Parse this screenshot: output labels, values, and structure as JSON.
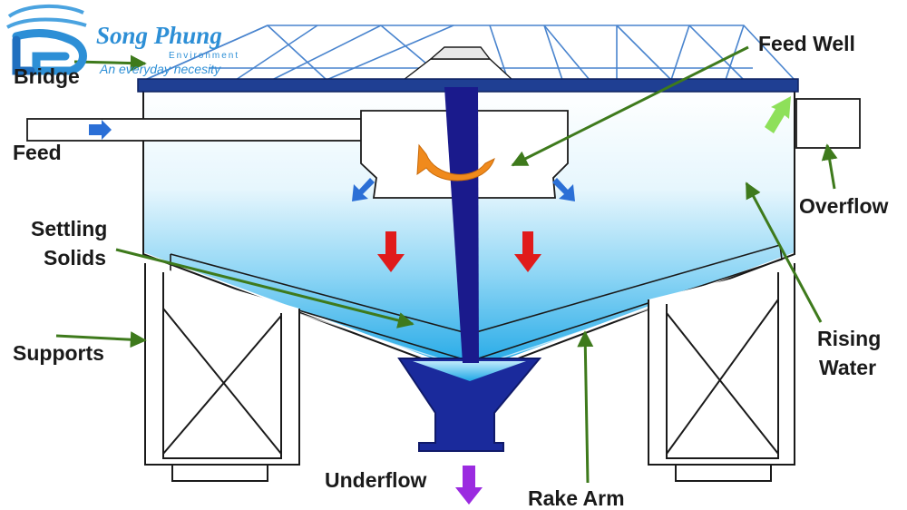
{
  "colors": {
    "outline": "#1a1a1a",
    "bridge": "#1f3f93",
    "shaft": "#1a1a8c",
    "water_top": "#ffffff",
    "water_bottom": "#1ea7e6",
    "leader": "#3e7a1c",
    "settle_arrow": "#e01b1b",
    "inlet_arrow": "#2b6fd6",
    "swirl_arrow": "#f08a1c",
    "overflow_arrow": "#8ee05a",
    "underflow_arrow": "#9b2be0",
    "brand": "#2d8fd6",
    "truss": "#2a6fc6"
  },
  "brand": {
    "name": "Song Phung",
    "subtitle": "Environment",
    "tagline": "An everyday necesity",
    "icon": "song-phung-logo-icon"
  },
  "labels": {
    "bridge": "Bridge",
    "feed": "Feed",
    "feed_well": "Feed Well",
    "overflow": "Overflow",
    "settling_line1": "Settling",
    "settling_line2": "Solids",
    "supports": "Supports",
    "rising_line1": "Rising",
    "rising_line2": "Water",
    "underflow": "Underflow",
    "rake_arm": "Rake Arm"
  }
}
